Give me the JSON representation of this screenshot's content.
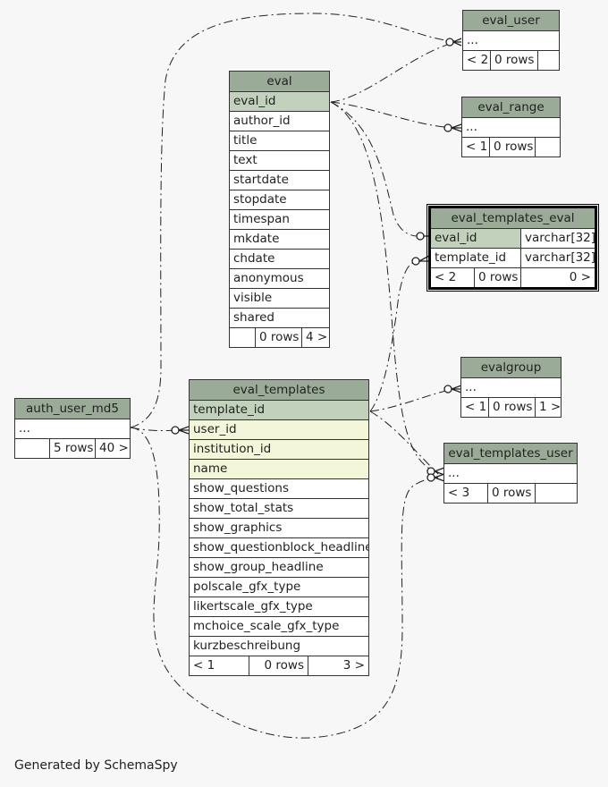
{
  "footer": "Generated by SchemaSpy",
  "tables": {
    "eval_user": {
      "name": "eval_user",
      "ellipsis": "...",
      "foot": [
        "< 2",
        "0 rows",
        ""
      ]
    },
    "eval_range": {
      "name": "eval_range",
      "ellipsis": "...",
      "foot": [
        "< 1",
        "0 rows",
        ""
      ]
    },
    "eval": {
      "name": "eval",
      "columns": [
        "eval_id",
        "author_id",
        "title",
        "text",
        "startdate",
        "stopdate",
        "timespan",
        "mkdate",
        "chdate",
        "anonymous",
        "visible",
        "shared"
      ],
      "foot": [
        "",
        "0 rows",
        "4 >"
      ]
    },
    "eval_templates_eval": {
      "name": "eval_templates_eval",
      "columns": [
        {
          "name": "eval_id",
          "type": "varchar[32]"
        },
        {
          "name": "template_id",
          "type": "varchar[32]"
        }
      ],
      "foot": [
        "< 2",
        "0 rows",
        "0 >"
      ]
    },
    "evalgroup": {
      "name": "evalgroup",
      "ellipsis": "...",
      "foot": [
        "< 1",
        "0 rows",
        "1 >"
      ]
    },
    "eval_templates_user": {
      "name": "eval_templates_user",
      "ellipsis": "...",
      "foot": [
        "< 3",
        "0 rows",
        ""
      ]
    },
    "auth_user_md5": {
      "name": "auth_user_md5",
      "ellipsis": "...",
      "foot": [
        "",
        "5 rows",
        "40 >"
      ]
    },
    "eval_templates": {
      "name": "eval_templates",
      "columns": [
        "template_id",
        "user_id",
        "institution_id",
        "name",
        "show_questions",
        "show_total_stats",
        "show_graphics",
        "show_questionblock_headline",
        "show_group_headline",
        "polscale_gfx_type",
        "likertscale_gfx_type",
        "mchoice_scale_gfx_type",
        "kurzbeschreibung"
      ],
      "foot": [
        "< 1",
        "0 rows",
        "3 >"
      ]
    }
  },
  "colors": {
    "header": "#9aab97",
    "primary_key": "#c2d1bc",
    "foreign_key": "#f3f6d9",
    "background": "#f7f7f7"
  }
}
